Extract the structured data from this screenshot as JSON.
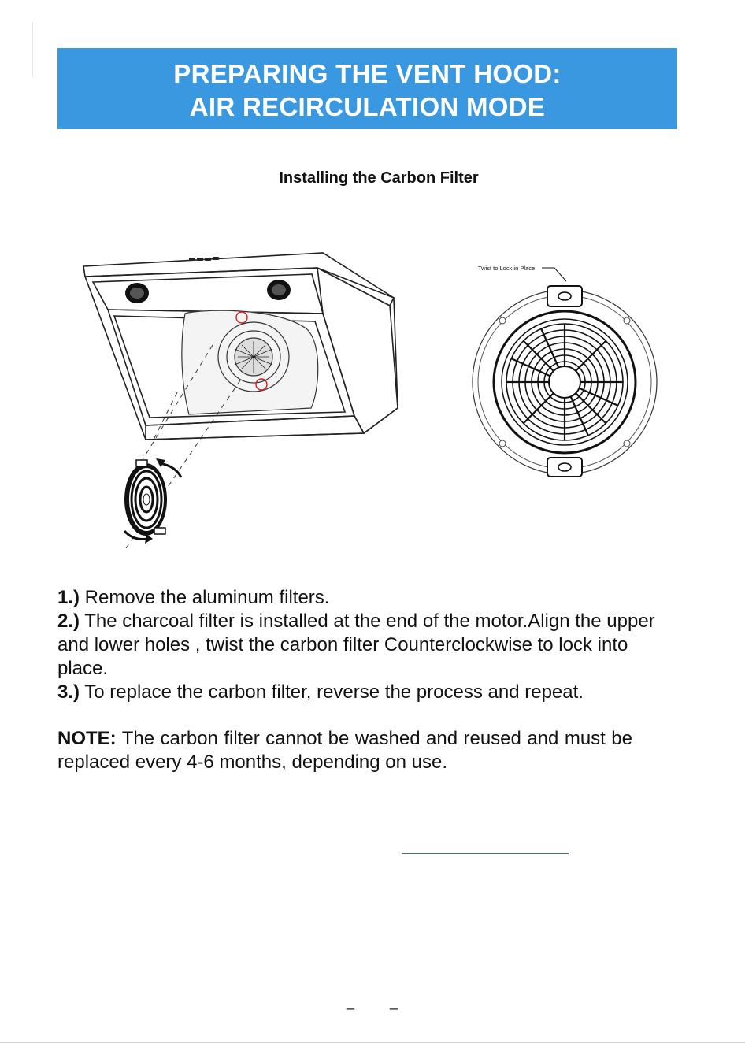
{
  "header": {
    "title_line1": "PREPARING THE VENT HOOD:",
    "title_line2": "AIR RECIRCULATION MODE",
    "bg_color": "#3a98e0"
  },
  "section_title": "Installing the Carbon Filter",
  "figure": {
    "callout": "Twist to Lock in Place"
  },
  "steps": [
    {
      "num": "1.)",
      "text": " Remove the aluminum filters."
    },
    {
      "num": "2.)",
      "text": " The charcoal filter is installed at the end of the motor.Align the upper and lower holes  , twist the carbon filter  Counterclockwise to lock into place."
    },
    {
      "num": "3.)",
      "text": " To replace the carbon filter, reverse the process and repeat."
    }
  ],
  "note": {
    "label": "NOTE:",
    "text": " The carbon filter cannot be washed and reused and must be replaced every 4-6 months, depending on use."
  },
  "footer": {
    "page_marks": "_ _"
  }
}
